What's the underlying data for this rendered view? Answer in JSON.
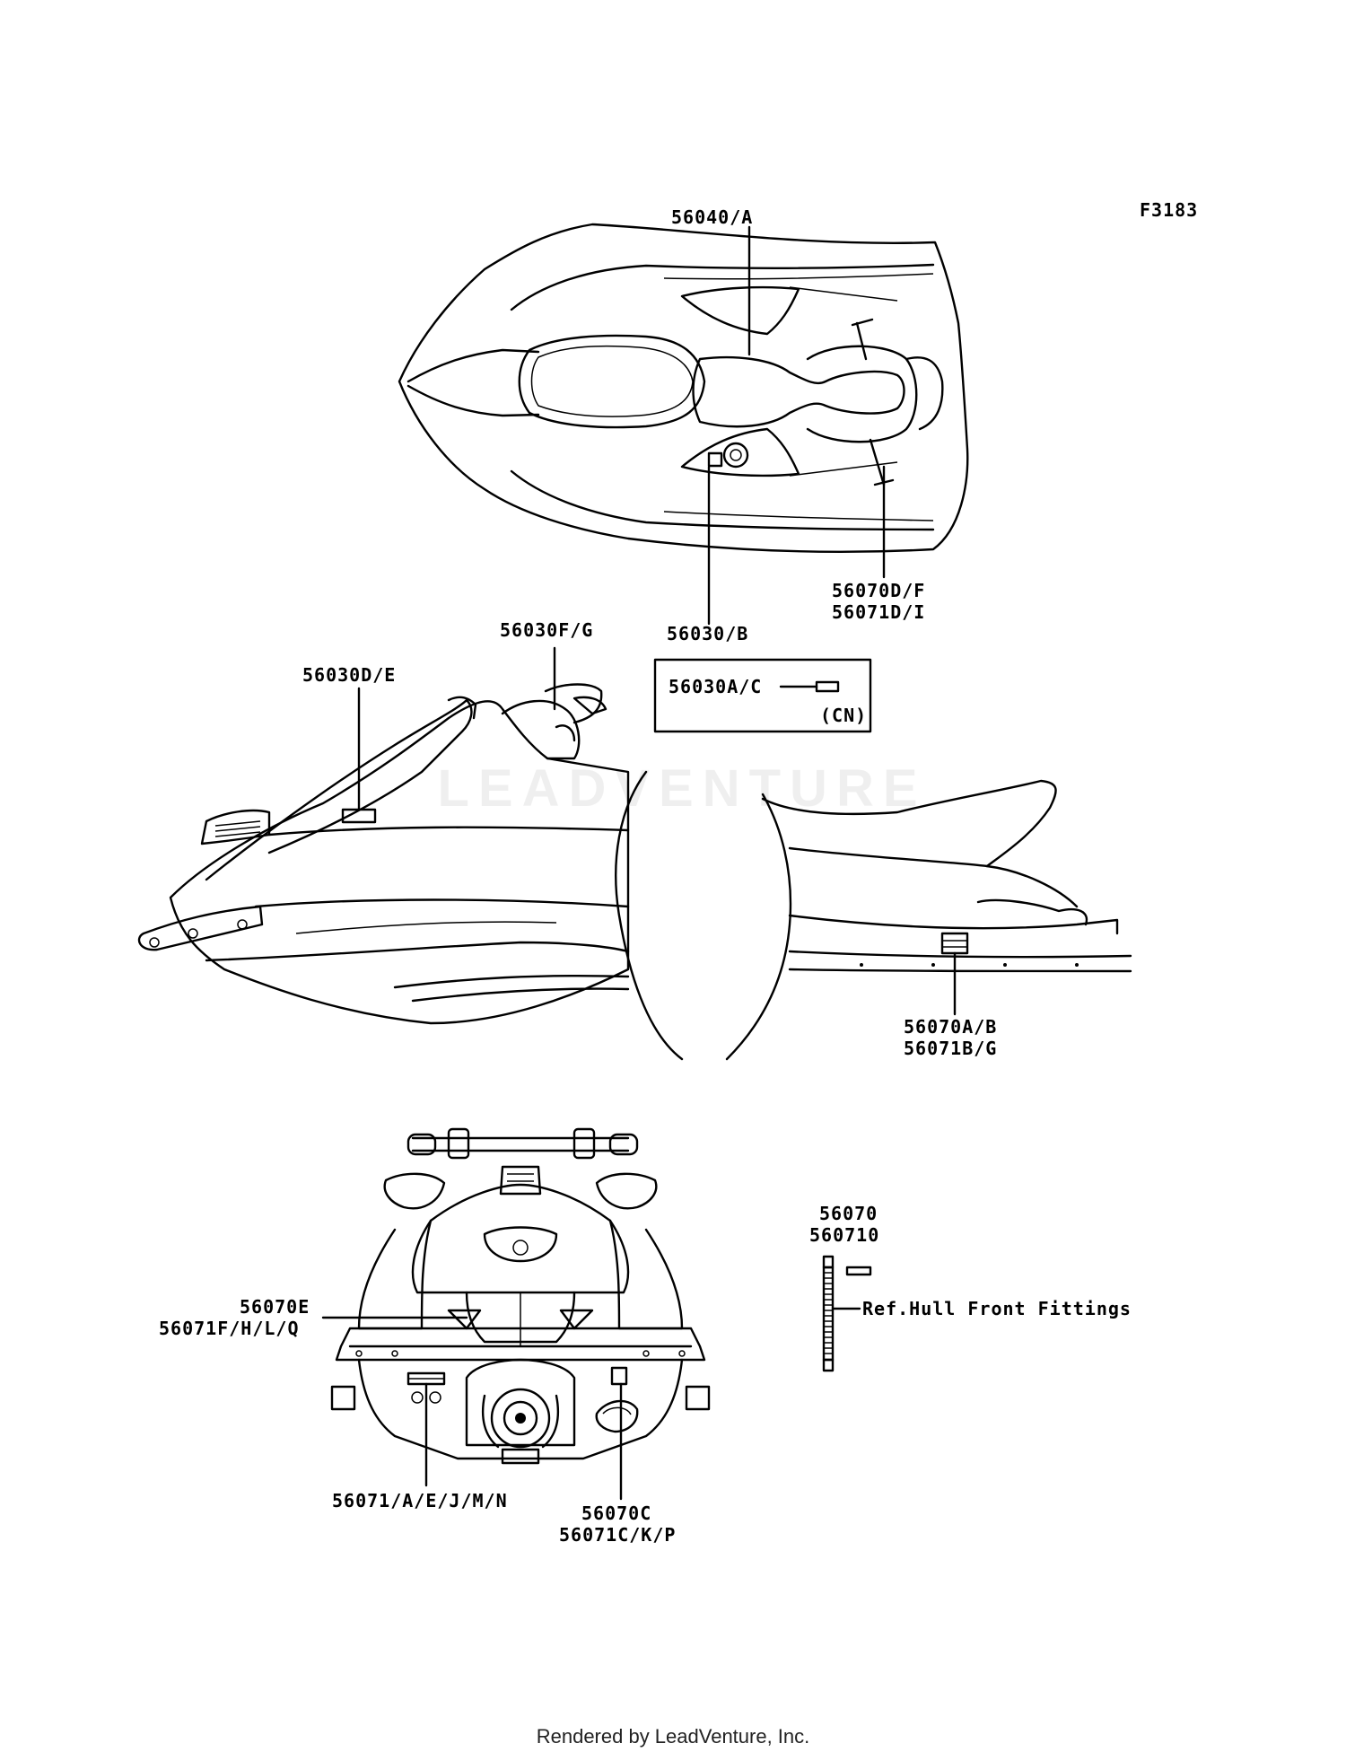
{
  "figure_id": "F3183",
  "callouts": {
    "top_view_upper": "56040/A",
    "top_view_lower": "56030/B",
    "top_view_right_1": "56070D/F",
    "top_view_right_2": "56071D/I",
    "side_front": "56030D/E",
    "side_handle": "56030F/G",
    "inset_part": "56030A/C",
    "inset_region": "(CN)",
    "side_rear_1": "56070A/B",
    "side_rear_2": "56071B/G",
    "legend_1": "56070",
    "legend_2": "560710",
    "legend_ref": "Ref.Hull Front Fittings",
    "rear_left_1": "56070E",
    "rear_left_2": "56071F/H/L/Q",
    "rear_bottom_left": "56071/A/E/J/M/N",
    "rear_bottom_right_1": "56070C",
    "rear_bottom_right_2": "56071C/K/P"
  },
  "watermark": "LEADVENTURE",
  "footer": "Rendered by LeadVenture, Inc."
}
